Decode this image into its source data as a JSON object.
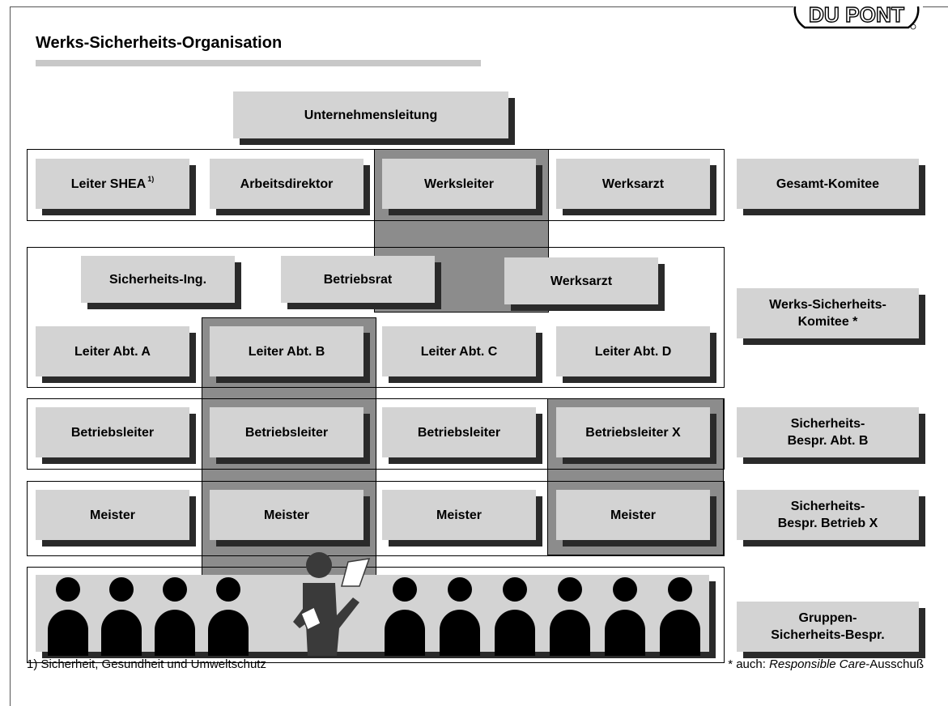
{
  "title": "Werks-Sicherheits-Organisation",
  "logo_text": "DU PONT",
  "top": "Unternehmensleitung",
  "row_gesamt": {
    "leiter_shea": "Leiter SHEA",
    "footnote_mark": "1)",
    "arbeitsdirektor": "Arbeitsdirektor",
    "werksleiter": "Werksleiter",
    "werksarzt": "Werksarzt"
  },
  "row_werks": {
    "sicherheits_ing": "Sicherheits-Ing.",
    "betriebsrat": "Betriebsrat",
    "werksarzt": "Werksarzt"
  },
  "abteilungen": [
    "Leiter Abt. A",
    "Leiter Abt. B",
    "Leiter Abt. C",
    "Leiter Abt. D"
  ],
  "betriebsleiter": [
    "Betriebsleiter",
    "Betriebsleiter",
    "Betriebsleiter",
    "Betriebsleiter X"
  ],
  "meister": [
    "Meister",
    "Meister",
    "Meister",
    "Meister"
  ],
  "committees": {
    "gesamt": "Gesamt-Komitee",
    "werks_1": "Werks-Sicherheits-",
    "werks_2": "Komitee *",
    "abt_1": "Sicherheits-",
    "abt_2": "Bespr. Abt. B",
    "betrieb_1": "Sicherheits-",
    "betrieb_2": "Bespr. Betrieb X",
    "gruppen_1": "Gruppen-",
    "gruppen_2": "Sicherheits-Bespr."
  },
  "footnotes": {
    "left": "1) Sicherheit, Gesundheit und Umweltschutz",
    "right_prefix": "* auch: ",
    "right_italic": "Responsible Care",
    "right_suffix": "-Ausschuß"
  },
  "colors": {
    "box": "#d3d3d3",
    "shadow": "#2a2a2a",
    "highlight": "#8c8c8c",
    "figure": "#000000"
  }
}
